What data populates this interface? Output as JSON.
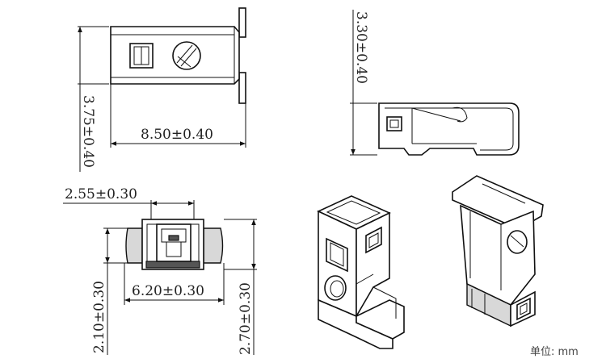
{
  "dimensions": {
    "top_height": "3.75±0.40",
    "top_length": "8.50±0.40",
    "side_height": "3.30±0.40",
    "end_inner_width": "2.55±0.30",
    "end_outer_width": "6.20±0.30",
    "end_inner_height": "2.10±0.30",
    "end_outer_height": "2.70±0.30"
  },
  "unit_label": "单位: mm",
  "colors": {
    "line": "#111111",
    "shade": "#d8d8d8",
    "dark": "#555555"
  }
}
